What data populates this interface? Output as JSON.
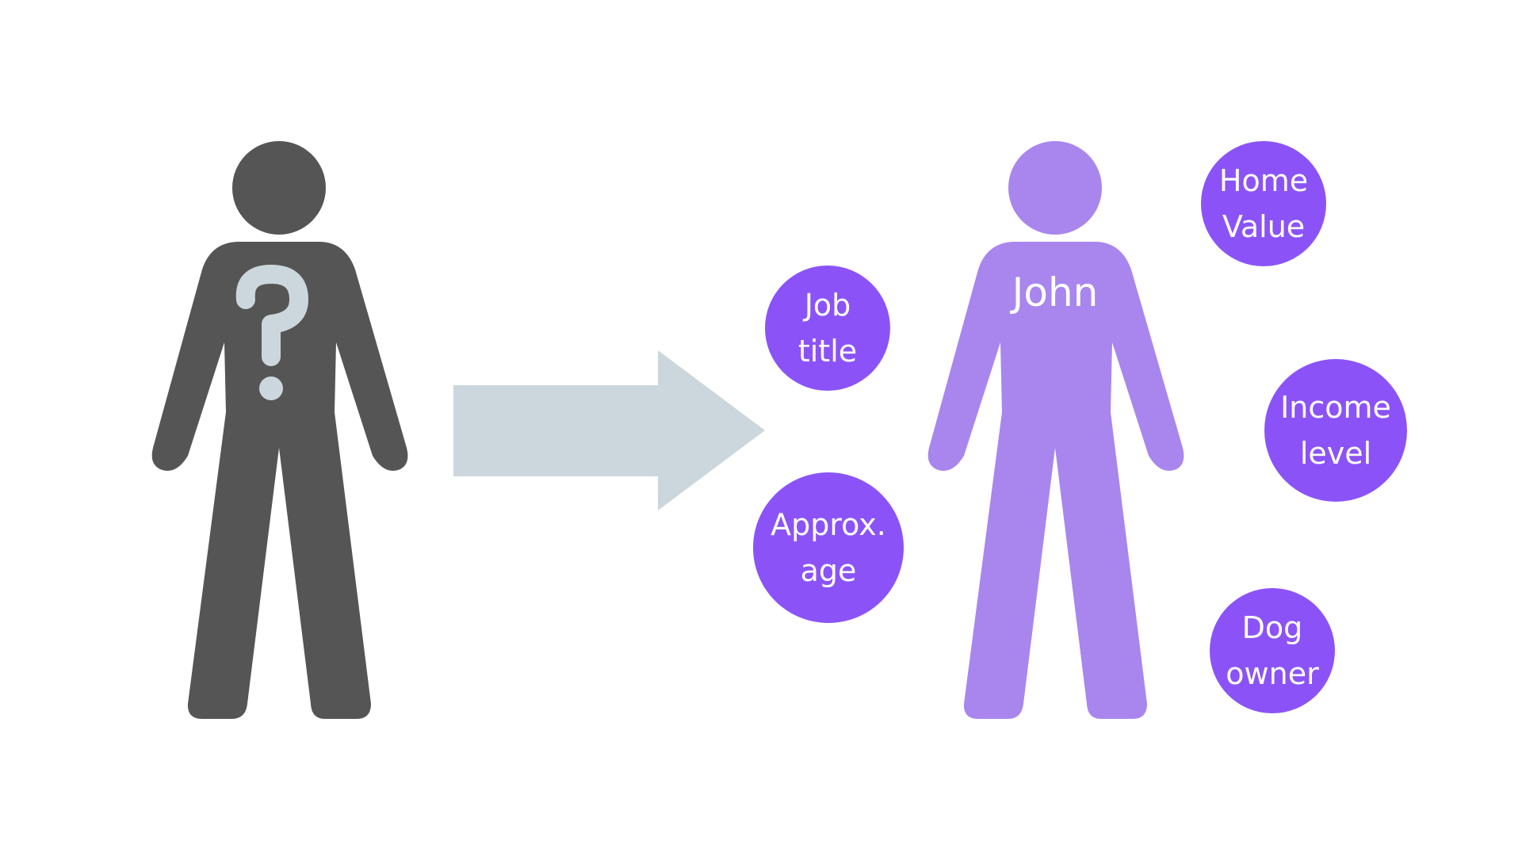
{
  "colors": {
    "unknown_person": "#555555",
    "known_person": "#a886ee",
    "bubble": "#8b53f7",
    "arrow": "#ccd7dd",
    "question_mark": "#ccd7dd"
  },
  "unknown_person": {
    "icon": "person-question-icon"
  },
  "arrow": {
    "icon": "right-arrow-icon"
  },
  "known_person": {
    "icon": "person-icon",
    "name": "John"
  },
  "attributes": [
    {
      "line1": "Job",
      "line2": "title"
    },
    {
      "line1": "Approx.",
      "line2": "age"
    },
    {
      "line1": "Home",
      "line2": "Value"
    },
    {
      "line1": "Income",
      "line2": "level"
    },
    {
      "line1": "Dog",
      "line2": "owner"
    }
  ]
}
